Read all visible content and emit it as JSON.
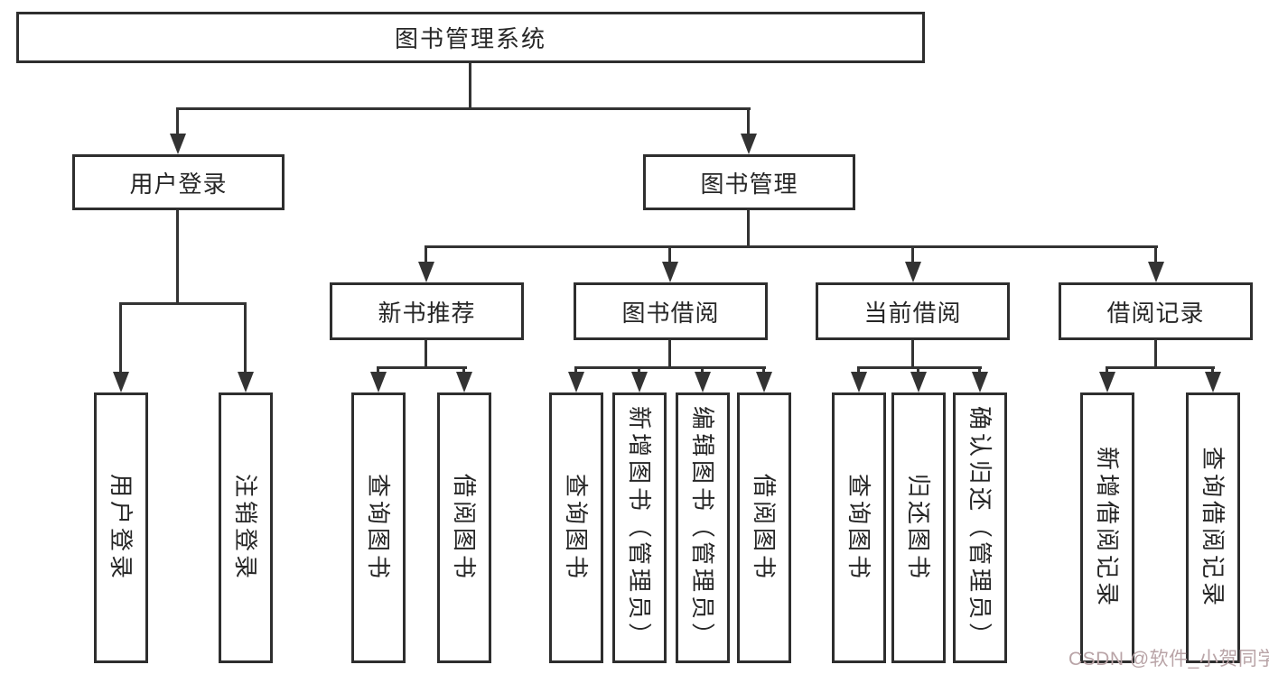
{
  "diagram": {
    "line_color": "#333333",
    "box_border_color": "#2e2e2e",
    "box_background": "#ffffff",
    "text_color": "#262626",
    "nodes": {
      "root": "图书管理系统",
      "user_login": "用户登录",
      "book_mgmt": "图书管理",
      "new_book_rec": "新书推荐",
      "book_borrow": "图书借阅",
      "current_borrow": "当前借阅",
      "borrow_records": "借阅记录",
      "leaf_user_login": "用户登录",
      "leaf_logout": "注销登录",
      "leaf_query_book_rec": "查询图书",
      "leaf_borrow_book_rec": "借阅图书",
      "leaf_query_book_borrow": "查询图书",
      "leaf_add_book": "新增图书（管理员）",
      "leaf_edit_book": "编辑图书（管理员）",
      "leaf_borrow_book_borrow": "借阅图书",
      "leaf_query_book_current": "查询图书",
      "leaf_return_book": "归还图书",
      "leaf_confirm_return": "确认归还（管理员）",
      "leaf_add_record": "新增借阅记录",
      "leaf_query_record": "查询借阅记录"
    }
  },
  "watermark": {
    "text": "CSDN @软件_小贺同学",
    "color": "#b9a4a7"
  }
}
